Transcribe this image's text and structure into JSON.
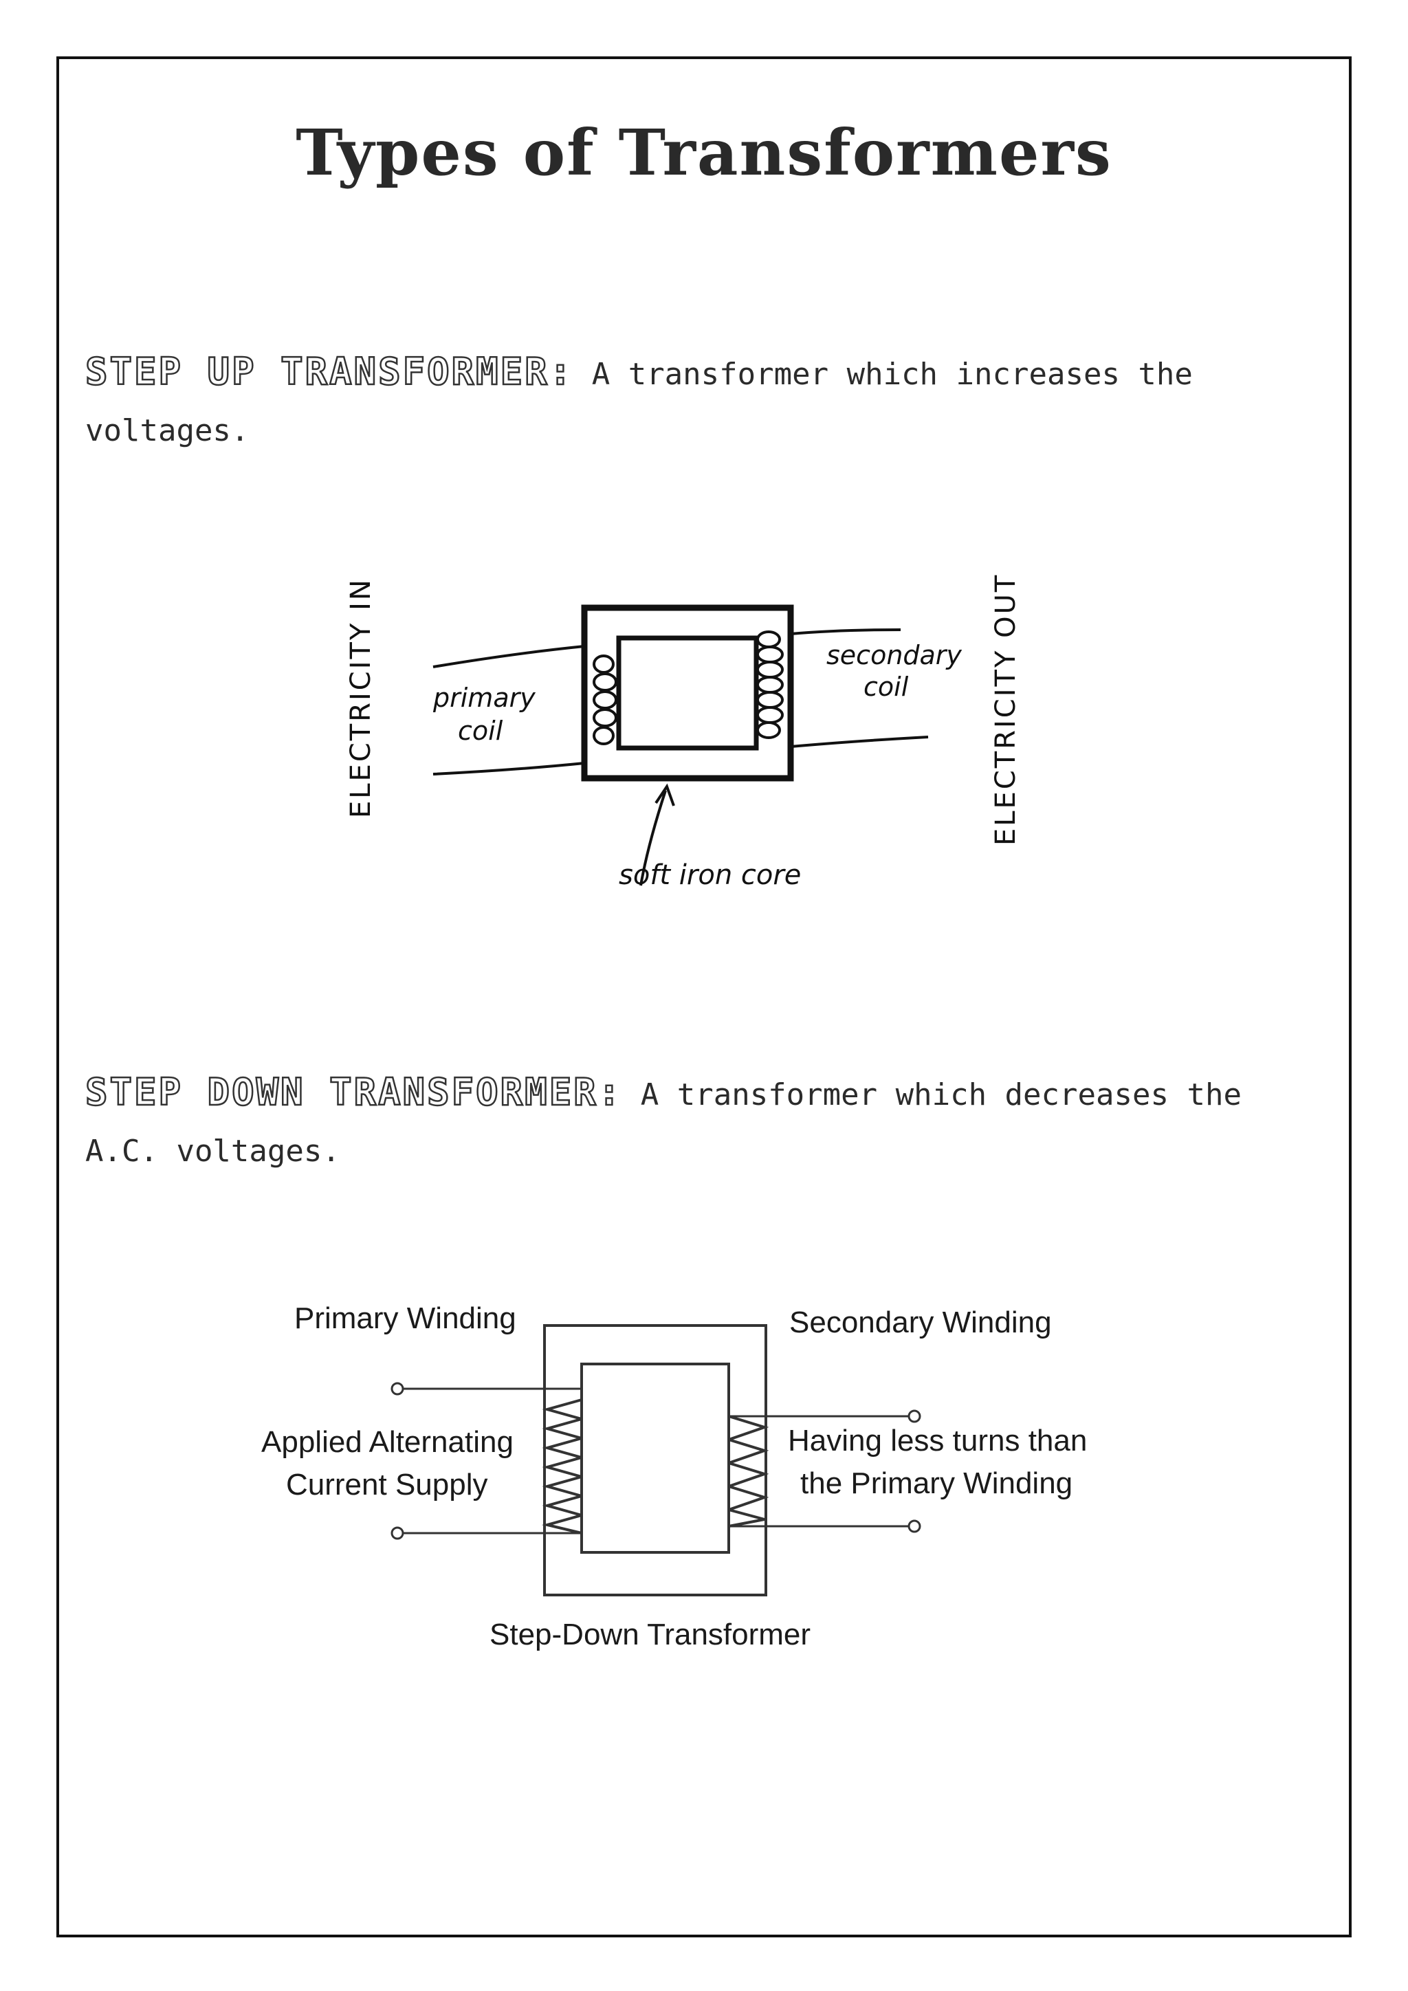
{
  "title": "Types of Transformers",
  "step_up": {
    "term": "STEP UP TRANSFORMER:",
    "description": "A transformer which increases the voltages.",
    "diagram": {
      "electricity_in": "ELECTRICITY IN",
      "electricity_out": "ELECTRICITY OUT",
      "primary_line1": "primary",
      "primary_line2": "coil",
      "secondary_line1": "secondary",
      "secondary_line2": "coil",
      "core_label": "soft iron core"
    }
  },
  "step_down": {
    "term": "STEP DOWN TRANSFORMER:",
    "description": "A transformer which decreases the A.C. voltages.",
    "diagram": {
      "primary_winding": "Primary Winding",
      "secondary_winding": "Secondary Winding",
      "applied_line1": "Applied Alternating",
      "applied_line2": "Current Supply",
      "having_line1": "Having less turns than",
      "having_line2": "the Primary Winding",
      "caption": "Step-Down Transformer"
    }
  }
}
